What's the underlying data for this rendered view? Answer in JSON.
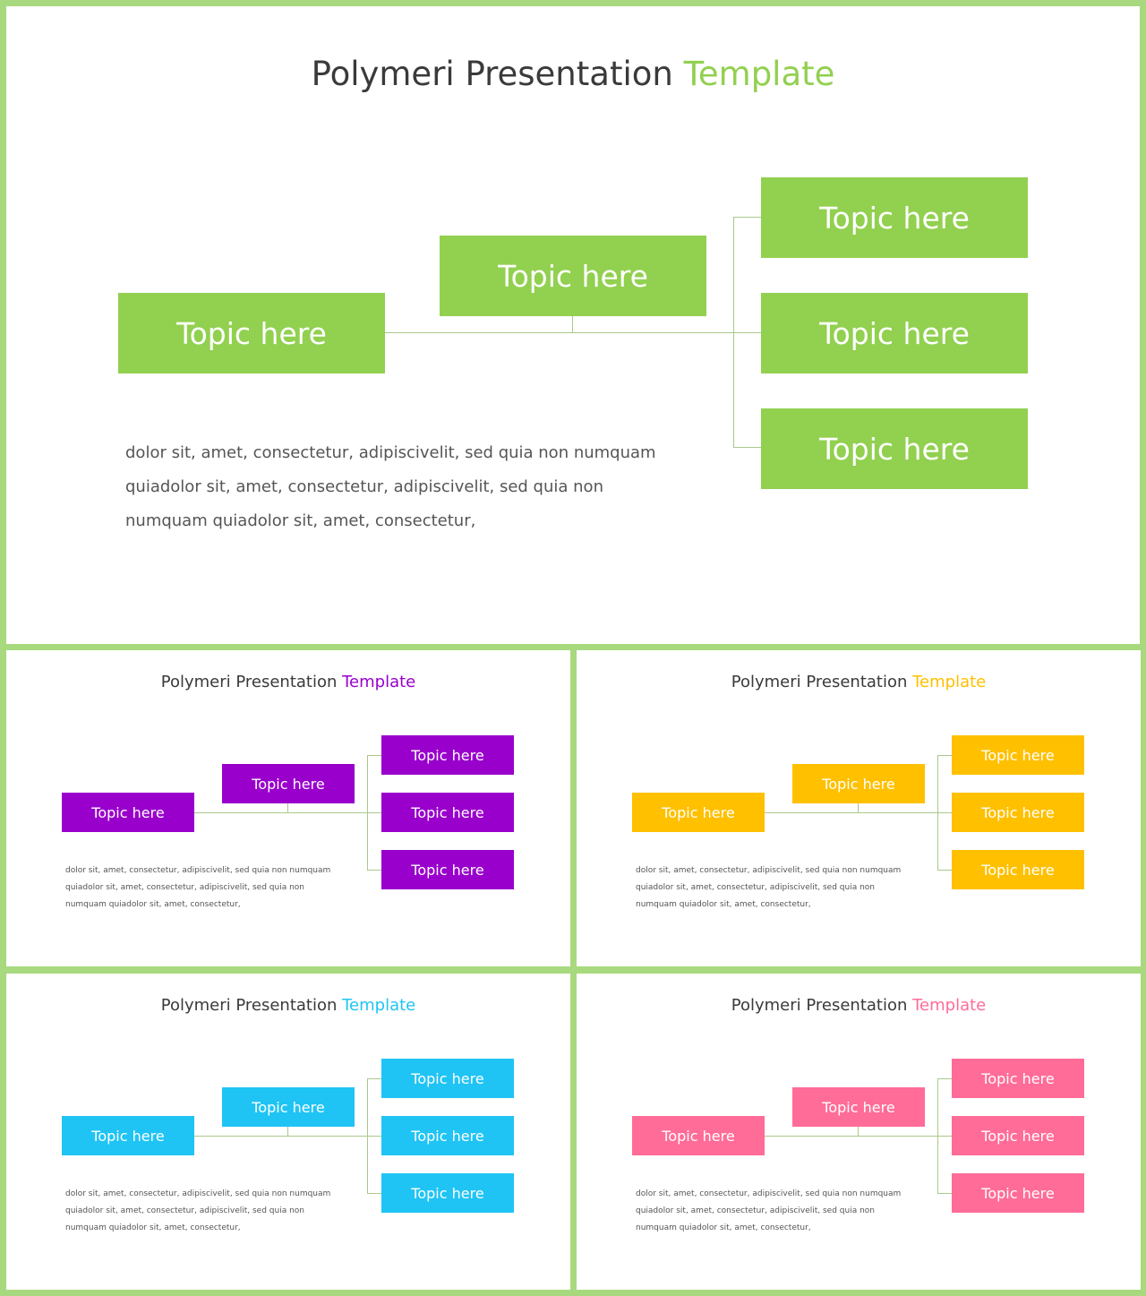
{
  "slides": [
    {
      "title_main": "Polymeri Presentation ",
      "title_accent": "Template",
      "accent": "#92d050",
      "topics": [
        "Topic here",
        "Topic here",
        "Topic here",
        "Topic here",
        "Topic here"
      ],
      "body_lines": [
        "dolor sit, amet, consectetur, adipiscivelit, sed quia non numquam",
        "quiadolor sit, amet, consectetur, adipiscivelit, sed quia non",
        "numquam quiadolor sit, amet, consectetur,"
      ]
    },
    {
      "title_main": "Polymeri Presentation ",
      "title_accent": "Template",
      "accent": "#9900cc",
      "topics": [
        "Topic here",
        "Topic here",
        "Topic here",
        "Topic here",
        "Topic here"
      ],
      "body_lines": [
        "dolor sit, amet, consectetur, adipiscivelit, sed quia non numquam",
        "quiadolor sit, amet, consectetur, adipiscivelit, sed quia non",
        "numquam quiadolor sit, amet, consectetur,"
      ]
    },
    {
      "title_main": "Polymeri Presentation ",
      "title_accent": "Template",
      "accent": "#ffc000",
      "topics": [
        "Topic here",
        "Topic here",
        "Topic here",
        "Topic here",
        "Topic here"
      ],
      "body_lines": [
        "dolor sit, amet, consectetur, adipiscivelit, sed quia non numquam",
        "quiadolor sit, amet, consectetur, adipiscivelit, sed quia non",
        "numquam quiadolor sit, amet, consectetur,"
      ]
    },
    {
      "title_main": "Polymeri Presentation ",
      "title_accent": "Template",
      "accent": "#1fc4f4",
      "topics": [
        "Topic here",
        "Topic here",
        "Topic here",
        "Topic here",
        "Topic here"
      ],
      "body_lines": [
        "dolor sit, amet, consectetur, adipiscivelit, sed quia non numquam",
        "quiadolor sit, amet, consectetur, adipiscivelit, sed quia non",
        "numquam quiadolor sit, amet, consectetur,"
      ]
    },
    {
      "title_main": "Polymeri Presentation ",
      "title_accent": "Template",
      "accent": "#ff6c98",
      "topics": [
        "Topic here",
        "Topic here",
        "Topic here",
        "Topic here",
        "Topic here"
      ],
      "body_lines": [
        "dolor sit, amet, consectetur, adipiscivelit, sed quia non numquam",
        "quiadolor sit, amet, consectetur, adipiscivelit, sed quia non",
        "numquam quiadolor sit, amet, consectetur,"
      ]
    }
  ],
  "connector_color": "#a9c98a"
}
